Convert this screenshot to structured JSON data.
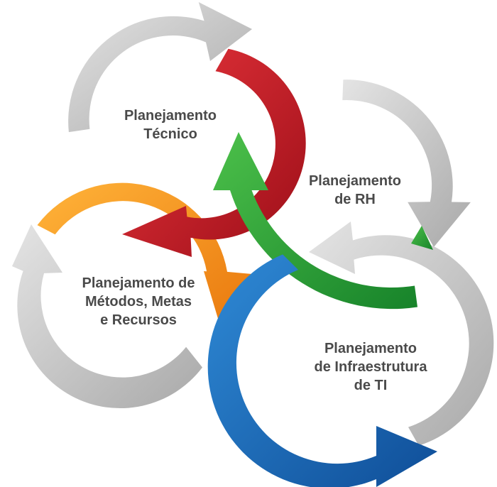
{
  "labels": {
    "tecnico": {
      "line1": "Planejamento",
      "line2": "Técnico"
    },
    "rh": {
      "line1": "Planejamento",
      "line2": "de RH"
    },
    "metodos": {
      "line1": "Planejamento de",
      "line2": "Métodos, Metas",
      "line3": "e Recursos"
    },
    "infra": {
      "line1": "Planejamento",
      "line2": "de Infraestrutura",
      "line3": "de TI"
    }
  },
  "colors": {
    "gray_light": "#e4e4e4",
    "gray_dark": "#a9a9a9",
    "red_light": "#e8353c",
    "red_dark": "#9c0e18",
    "orange_light": "#ffb43a",
    "orange_dark": "#e8740a",
    "green_light": "#4cc04a",
    "green_dark": "#17832a",
    "blue_light": "#2f8ad6",
    "blue_dark": "#0f4e98",
    "text": "#4a4a4a"
  }
}
